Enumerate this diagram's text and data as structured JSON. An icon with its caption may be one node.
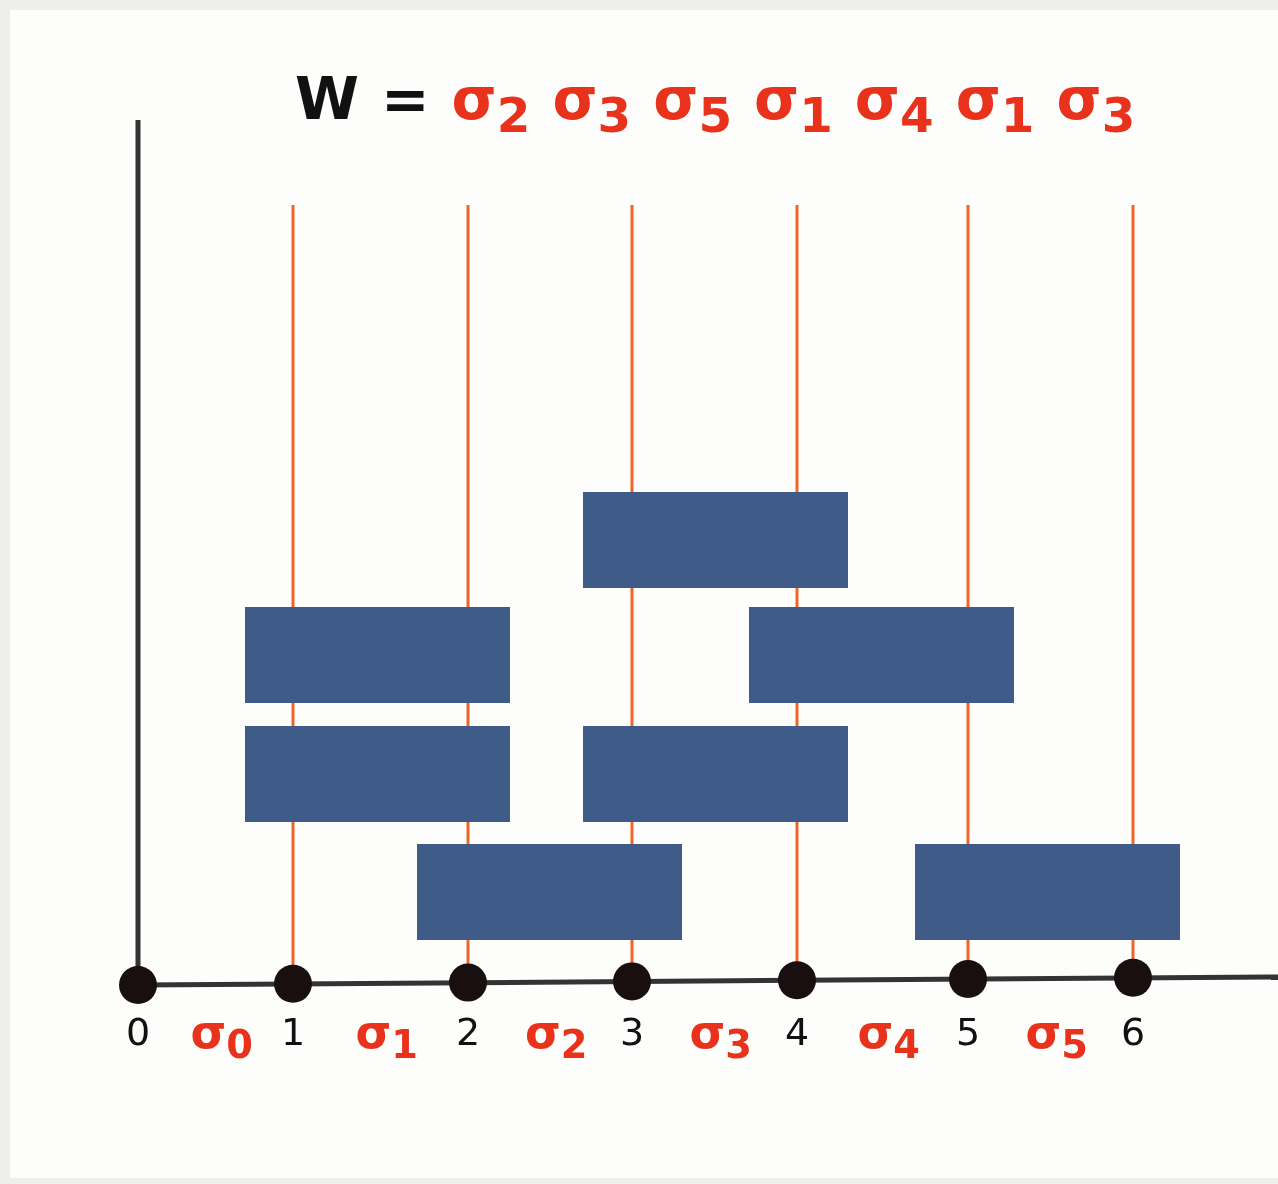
{
  "diagram": {
    "title": "W = σ$_{2}$ σ$_{3}$ σ$_{5}$ σ$_{1}$ σ$_{4}$ σ$_{1}$ σ$_{3}$",
    "nodes": [
      {
        "text": [],
        "shape": "box"
      },
      {
        "text": [],
        "shape": "box"
      },
      {
        "text": [],
        "shape": "box"
      },
      {
        "text": [],
        "shape": "box"
      },
      {
        "text": [],
        "shape": "box"
      },
      {
        "text": [],
        "shape": "box"
      },
      {
        "text": [],
        "shape": "box"
      }
    ],
    "labels": [
      "0",
      "σ$_{0}$",
      "1",
      "σ$_{1}$",
      "2",
      "σ$_{2}$",
      "3",
      "σ$_{3}$",
      "4",
      "σ$_{4}$",
      "5",
      "σ$_{5}$",
      "6"
    ]
  }
}
